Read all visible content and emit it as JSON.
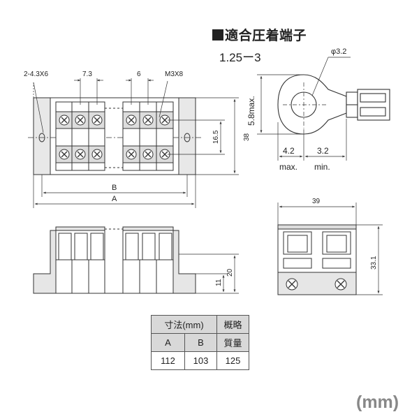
{
  "title": "適合圧着端子",
  "subtitle": "1.25ー3",
  "unit": "(mm)",
  "top_view": {
    "dim_holes": "2-4.3X6",
    "dim_pitch_left": "7.3",
    "dim_pitch_right": "6",
    "dim_screw": "M3X8",
    "dim_165": "16.5",
    "dim_38": "38",
    "dim_b": "B",
    "dim_a": "A"
  },
  "terminal": {
    "dim_phi": "φ3.2",
    "dim_height": "5.8max.",
    "dim_42": "4.2",
    "dim_42_note": "max.",
    "dim_32": "3.2",
    "dim_32_note": "min."
  },
  "side_view": {
    "dim_20": "20",
    "dim_11": "11"
  },
  "end_view": {
    "dim_39": "39",
    "dim_331": "33.1"
  },
  "table": {
    "header_dims": "寸法(mm)",
    "header_mass_1": "概略",
    "header_mass_2": "質量",
    "col_a": "A",
    "col_b": "B",
    "row": [
      "112",
      "103",
      "125"
    ]
  }
}
